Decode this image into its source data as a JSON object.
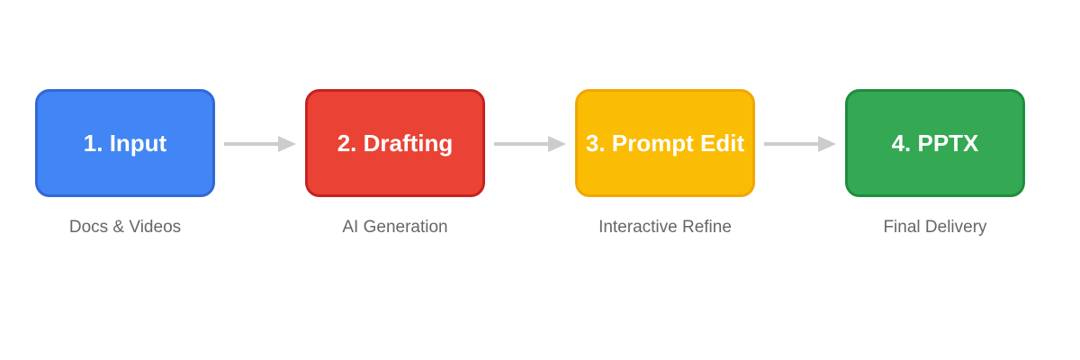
{
  "steps": [
    {
      "title": "1. Input",
      "caption": "Docs & Videos",
      "fill": "#4285F4",
      "border": "#3367D6"
    },
    {
      "title": "2. Drafting",
      "caption": "AI Generation",
      "fill": "#EA4335",
      "border": "#C5221F"
    },
    {
      "title": "3. Prompt Edit",
      "caption": "Interactive Refine",
      "fill": "#FBBC04",
      "border": "#F2A600"
    },
    {
      "title": "4. PPTX",
      "caption": "Final Delivery",
      "fill": "#34A853",
      "border": "#1E8E3E"
    }
  ],
  "connector_color": "#CCCCCC"
}
